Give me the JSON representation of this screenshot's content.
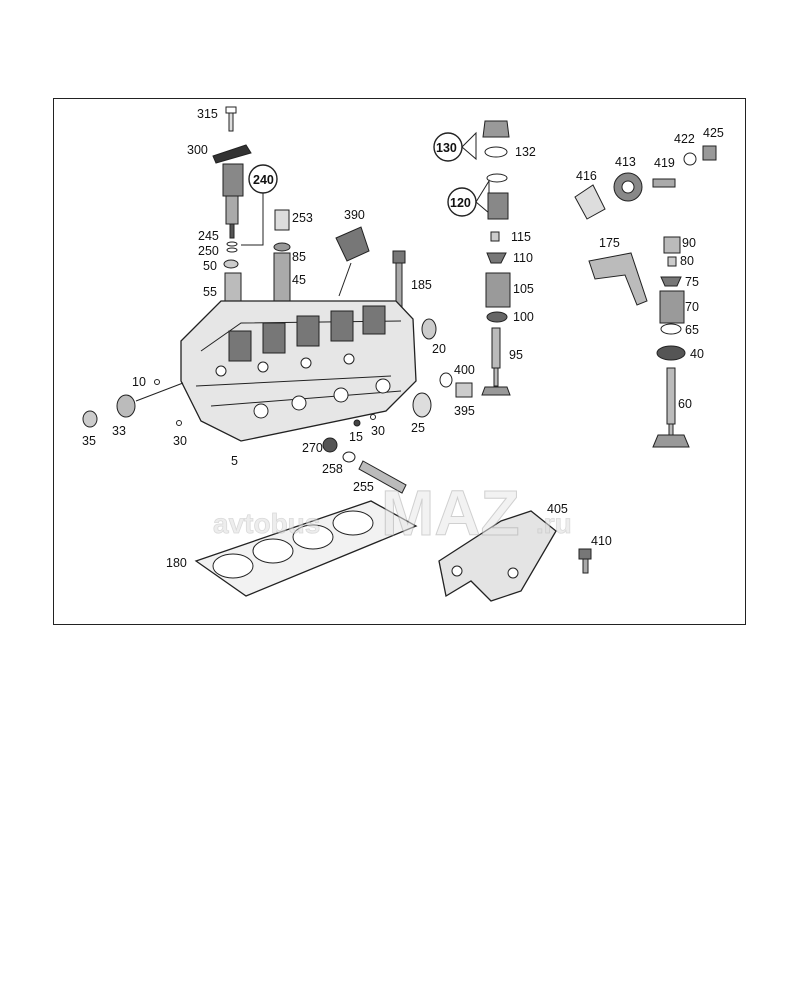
{
  "labels": {
    "p315": "315",
    "p300": "300",
    "p240": "240",
    "p245": "245",
    "p250": "250",
    "p50": "50",
    "p55": "55",
    "p253": "253",
    "p85": "85",
    "p45": "45",
    "p390": "390",
    "p185": "185",
    "p130": "130",
    "p132": "132",
    "p120": "120",
    "p115": "115",
    "p110": "110",
    "p105": "105",
    "p100": "100",
    "p95": "95",
    "p20": "20",
    "p400": "400",
    "p395": "395",
    "p25": "25",
    "p10": "10",
    "p33": "33",
    "p35": "35",
    "p30a": "30",
    "p30b": "30",
    "p15": "15",
    "p270": "270",
    "p258": "258",
    "p255": "255",
    "p5": "5",
    "p180": "180",
    "p416": "416",
    "p413": "413",
    "p419": "419",
    "p422": "422",
    "p425": "425",
    "p175": "175",
    "p90": "90",
    "p80": "80",
    "p75": "75",
    "p70": "70",
    "p65": "65",
    "p40": "40",
    "p60": "60",
    "p405": "405",
    "p410": "410"
  },
  "watermark": {
    "left": "avtobus",
    "brand": "MAZ",
    "right": ".ru"
  }
}
